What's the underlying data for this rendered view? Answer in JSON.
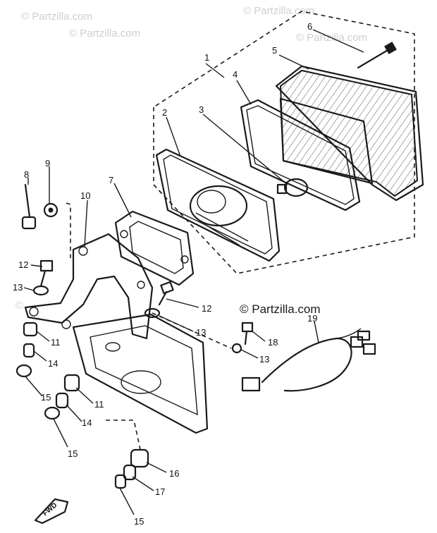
{
  "watermarks": {
    "top_left": "© Partzilla.com",
    "top_center": "© Partzilla.com",
    "mid_left": "©",
    "main": "© Partzilla.com"
  },
  "direction_label": "FWD",
  "callouts": {
    "p1": "1",
    "p2": "2",
    "p3": "3",
    "p4": "4",
    "p5": "5",
    "p6": "6",
    "p7": "7",
    "p8": "8",
    "p9": "9",
    "p10": "10",
    "p11a": "11",
    "p11b": "11",
    "p12a": "12",
    "p12b": "12",
    "p13a": "13",
    "p13b": "13",
    "p13c": "13",
    "p14a": "14",
    "p14b": "14",
    "p15a": "15",
    "p15b": "15",
    "p15c": "15",
    "p16": "16",
    "p17": "17",
    "p18": "18",
    "p19": "19"
  }
}
